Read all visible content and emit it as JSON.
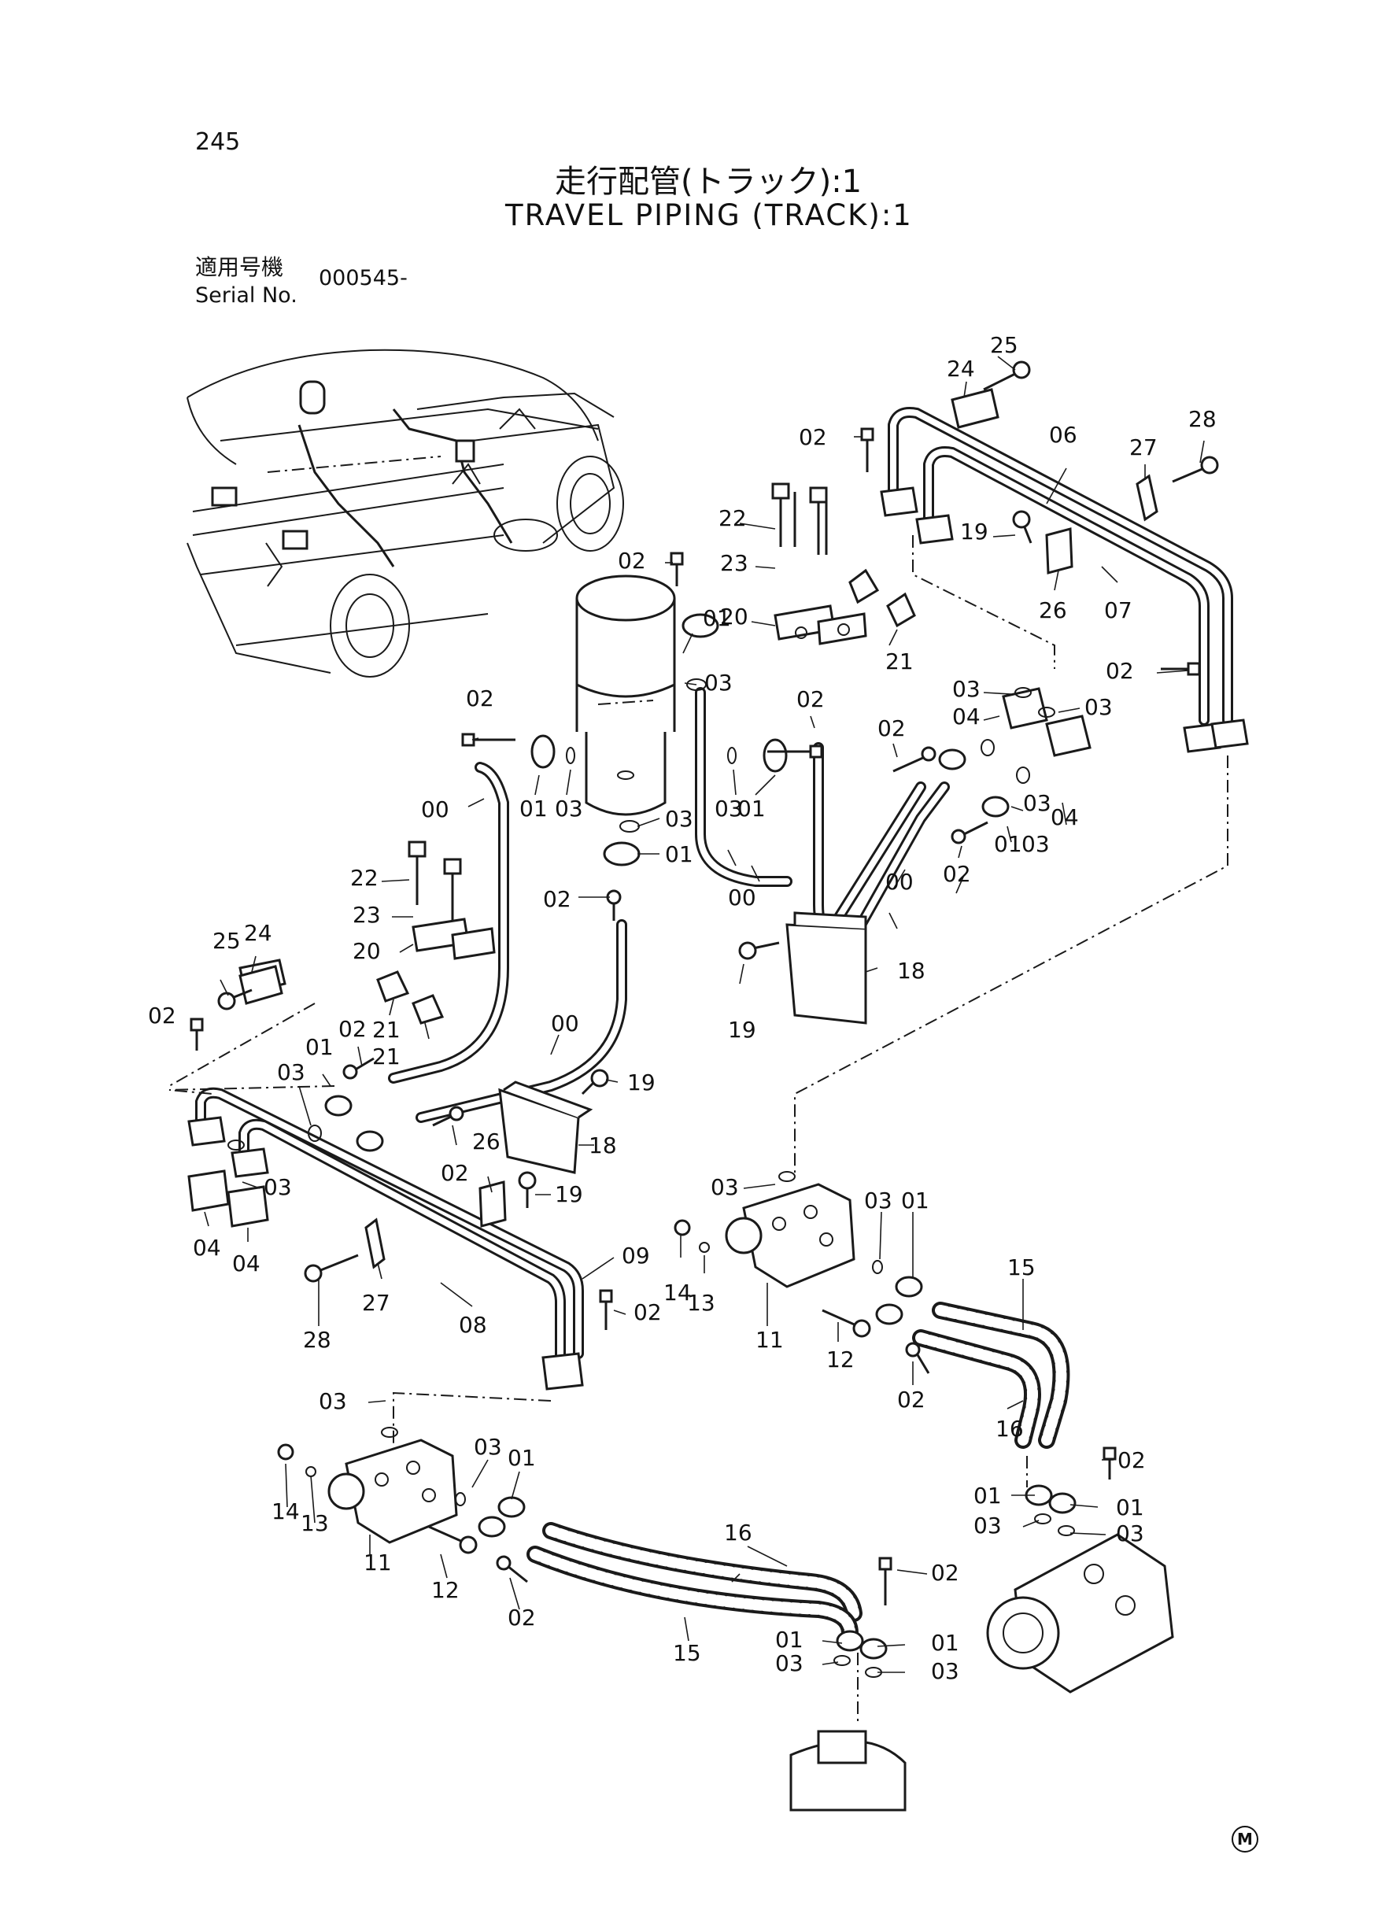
{
  "page": {
    "number": "245",
    "title_ja": "走行配管(トラック):1",
    "title_en": "TRAVEL PIPING (TRACK):1",
    "serial_label_ja": "適用号機",
    "serial_label_en": "Serial No.",
    "serial_value": "000545-",
    "mark": "M"
  },
  "callouts": [
    "25",
    "24",
    "28",
    "02",
    "06",
    "27",
    "22",
    "19",
    "02",
    "23",
    "26",
    "07",
    "20",
    "01",
    "21",
    "03",
    "02",
    "03",
    "02",
    "04",
    "03",
    "02",
    "02",
    "03",
    "01",
    "03",
    "01",
    "03",
    "04",
    "00",
    "01",
    "03",
    "00",
    "03",
    "01",
    "02",
    "00",
    "22",
    "02",
    "23",
    "24",
    "25",
    "20",
    "18",
    "02",
    "21",
    "02",
    "19",
    "01",
    "21",
    "00",
    "03",
    "19",
    "18",
    "26",
    "02",
    "03",
    "19",
    "03",
    "03",
    "01",
    "04",
    "04",
    "09",
    "14",
    "13",
    "15",
    "27",
    "02",
    "08",
    "28",
    "11",
    "12",
    "02",
    "16",
    "03",
    "03",
    "01",
    "02",
    "14",
    "13",
    "01",
    "01",
    "03",
    "03",
    "11",
    "12",
    "16",
    "02",
    "02",
    "01",
    "01",
    "15",
    "03",
    "03"
  ]
}
